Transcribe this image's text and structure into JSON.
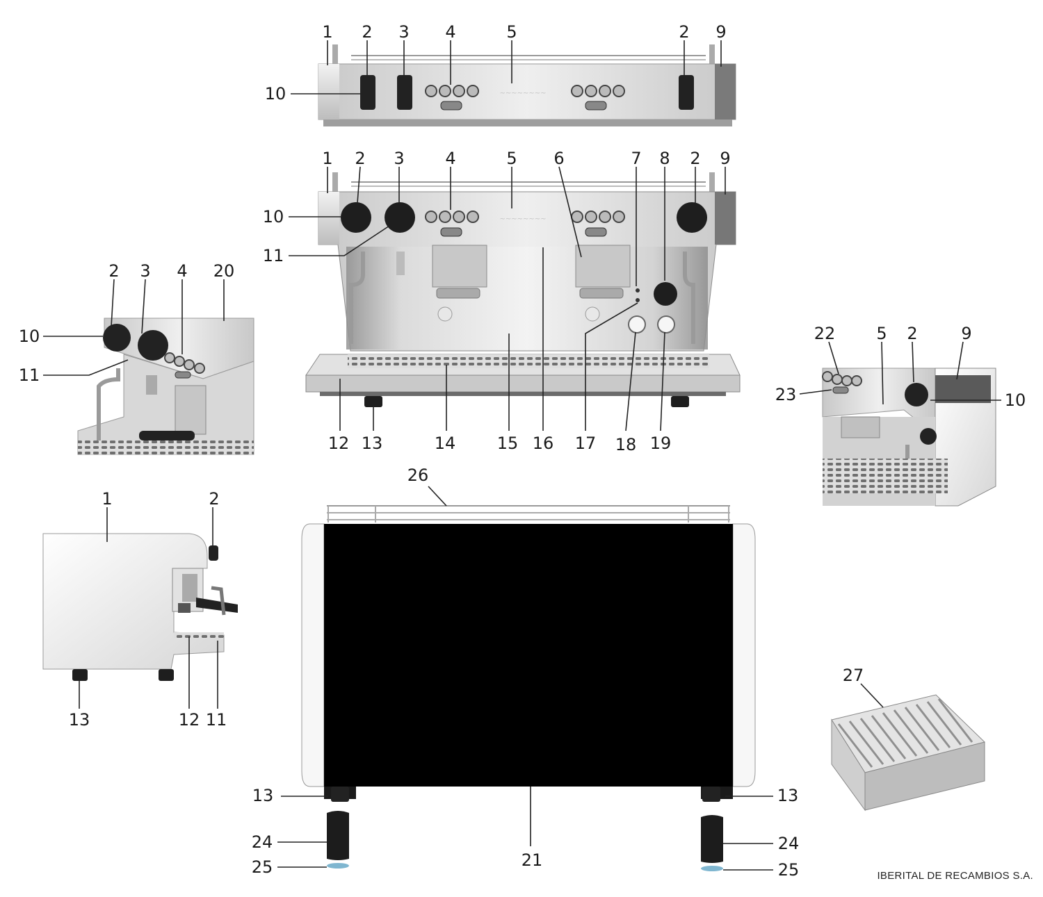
{
  "figure": {
    "credit": "IBERITAL DE RECAMBIOS S.A.",
    "views": [
      {
        "id": "top-view",
        "name": "front-view-rotary-valves",
        "labels": [
          "1",
          "2",
          "3",
          "4",
          "5",
          "2",
          "9",
          "10"
        ]
      },
      {
        "id": "main-view",
        "name": "front-view-knobs",
        "labels": [
          "1",
          "2",
          "3",
          "4",
          "5",
          "6",
          "7",
          "8",
          "2",
          "9",
          "10",
          "11",
          "12",
          "13",
          "14",
          "15",
          "16",
          "17",
          "18",
          "19"
        ]
      },
      {
        "id": "left-detail",
        "name": "control-panel-detail-left",
        "labels": [
          "2",
          "3",
          "4",
          "20",
          "10",
          "11"
        ]
      },
      {
        "id": "right-detail",
        "name": "control-panel-detail-right",
        "labels": [
          "22",
          "5",
          "2",
          "9",
          "23",
          "10"
        ]
      },
      {
        "id": "side-view",
        "name": "side-view",
        "labels": [
          "1",
          "2",
          "13",
          "12",
          "11"
        ]
      },
      {
        "id": "rear-view",
        "name": "rear-view",
        "labels": [
          "26",
          "13",
          "13",
          "24",
          "24",
          "21",
          "25",
          "25"
        ]
      },
      {
        "id": "cup-grid",
        "name": "cup-grid-detail",
        "labels": [
          "27"
        ]
      }
    ]
  }
}
